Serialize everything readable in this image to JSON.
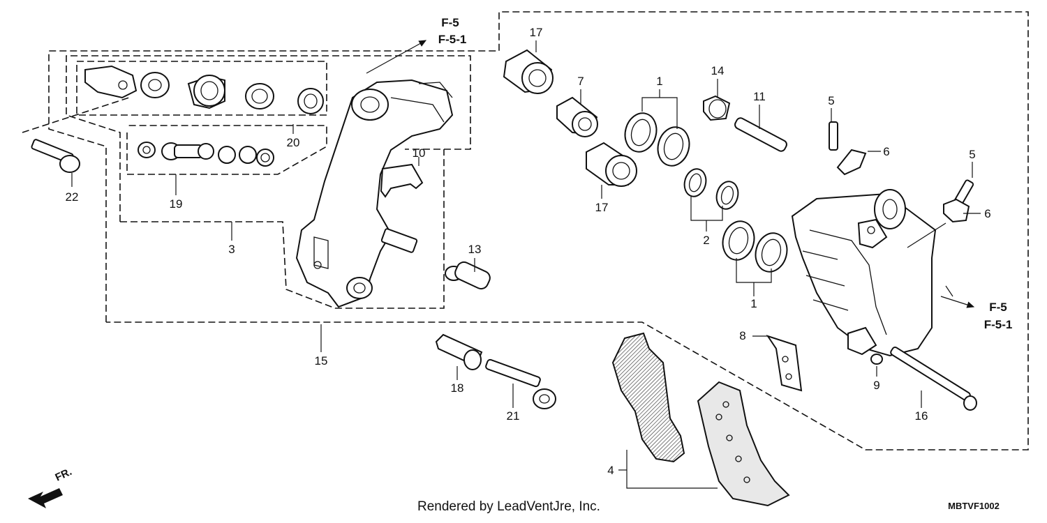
{
  "diagram": {
    "callouts": {
      "c1a": "1",
      "c1b": "1",
      "c2": "2",
      "c3": "3",
      "c4": "4",
      "c5a": "5",
      "c5b": "5",
      "c6a": "6",
      "c6b": "6",
      "c7": "7",
      "c8": "8",
      "c9": "9",
      "c10": "10",
      "c11": "11",
      "c13": "13",
      "c14": "14",
      "c15": "15",
      "c16": "16",
      "c17a": "17",
      "c17b": "17",
      "c18": "18",
      "c19": "19",
      "c20": "20",
      "c21": "21",
      "c22": "22"
    },
    "refs": {
      "top_a": "F-5",
      "top_b": "F-5-1",
      "right_a": "F-5",
      "right_b": "F-5-1"
    },
    "direction_label": "FR.",
    "credit": "Rendered by LeadVentJre, Inc.",
    "diagram_code": "MBTVF1002"
  }
}
